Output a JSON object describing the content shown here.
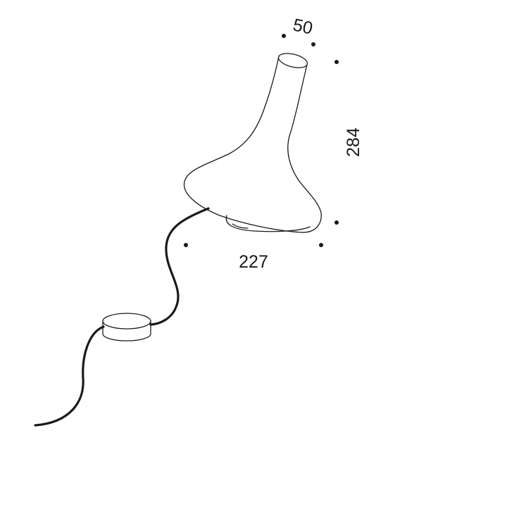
{
  "dimensions": {
    "top_diameter": "50",
    "height": "284",
    "base_diameter": "227"
  },
  "colors": {
    "line": "#1a1a1a",
    "background": "#ffffff"
  }
}
